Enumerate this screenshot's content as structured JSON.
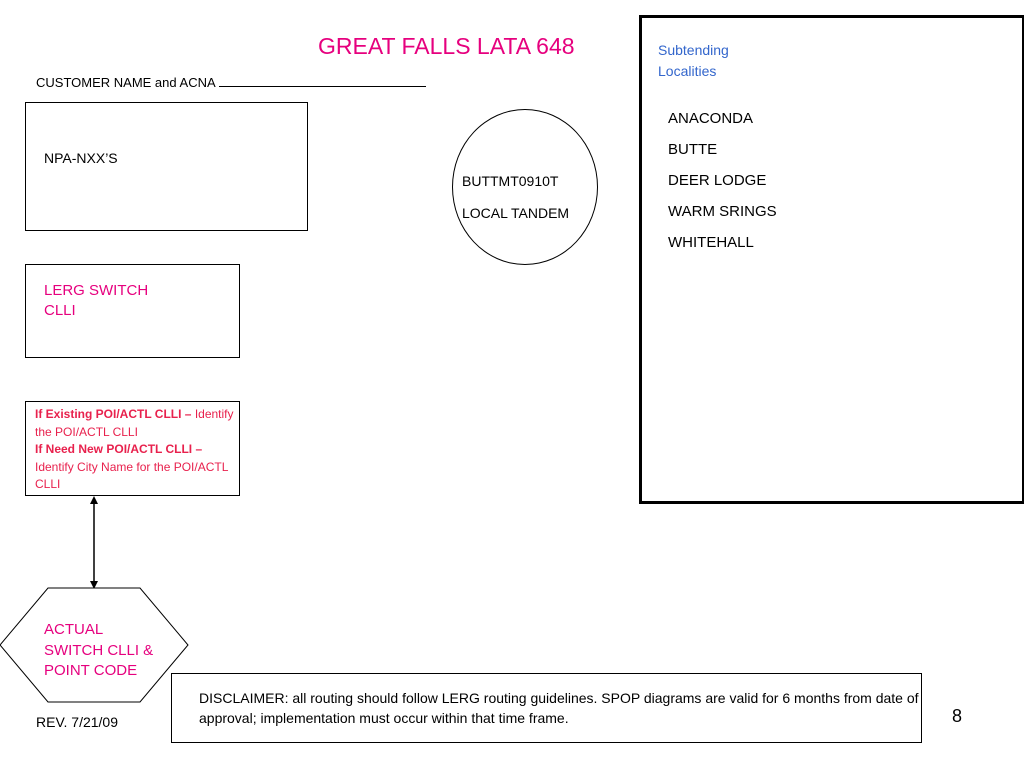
{
  "title": "GREAT FALLS LATA 648",
  "customer_label": "CUSTOMER NAME and ACNA",
  "npa_box": {
    "label": "NPA-NXX’S"
  },
  "lerg_box": {
    "label_line1": "LERG SWITCH",
    "label_line2": "CLLI"
  },
  "poi_box": {
    "existing_bold": "If Existing POI/ACTL CLLI –",
    "existing_text": "Identify the POI/ACTL CLLI",
    "new_bold": "If Need New POI/ACTL CLLI –",
    "new_text": "Identify City Name for the POI/ACTL CLLI"
  },
  "tandem": {
    "clli": "BUTTMT0910T",
    "type": "LOCAL TANDEM"
  },
  "subtending": {
    "title_line1": "Subtending",
    "title_line2": "Localities",
    "localities": [
      "ANACONDA",
      "BUTTE",
      "DEER LODGE",
      "WARM SRINGS",
      "WHITEHALL"
    ]
  },
  "actual_switch": {
    "line1": "ACTUAL",
    "line2": "SWITCH CLLI &",
    "line3": "POINT CODE"
  },
  "disclaimer": "DISCLAIMER: all routing should follow LERG routing guidelines. SPOP diagrams are valid for 6 months from date of approval; implementation must occur within that time frame.",
  "revision": "REV. 7/21/09",
  "page_number": "8",
  "colors": {
    "accent_magenta": "#e6007e",
    "poi_red": "#e8214d",
    "subtending_blue": "#3366cc"
  }
}
